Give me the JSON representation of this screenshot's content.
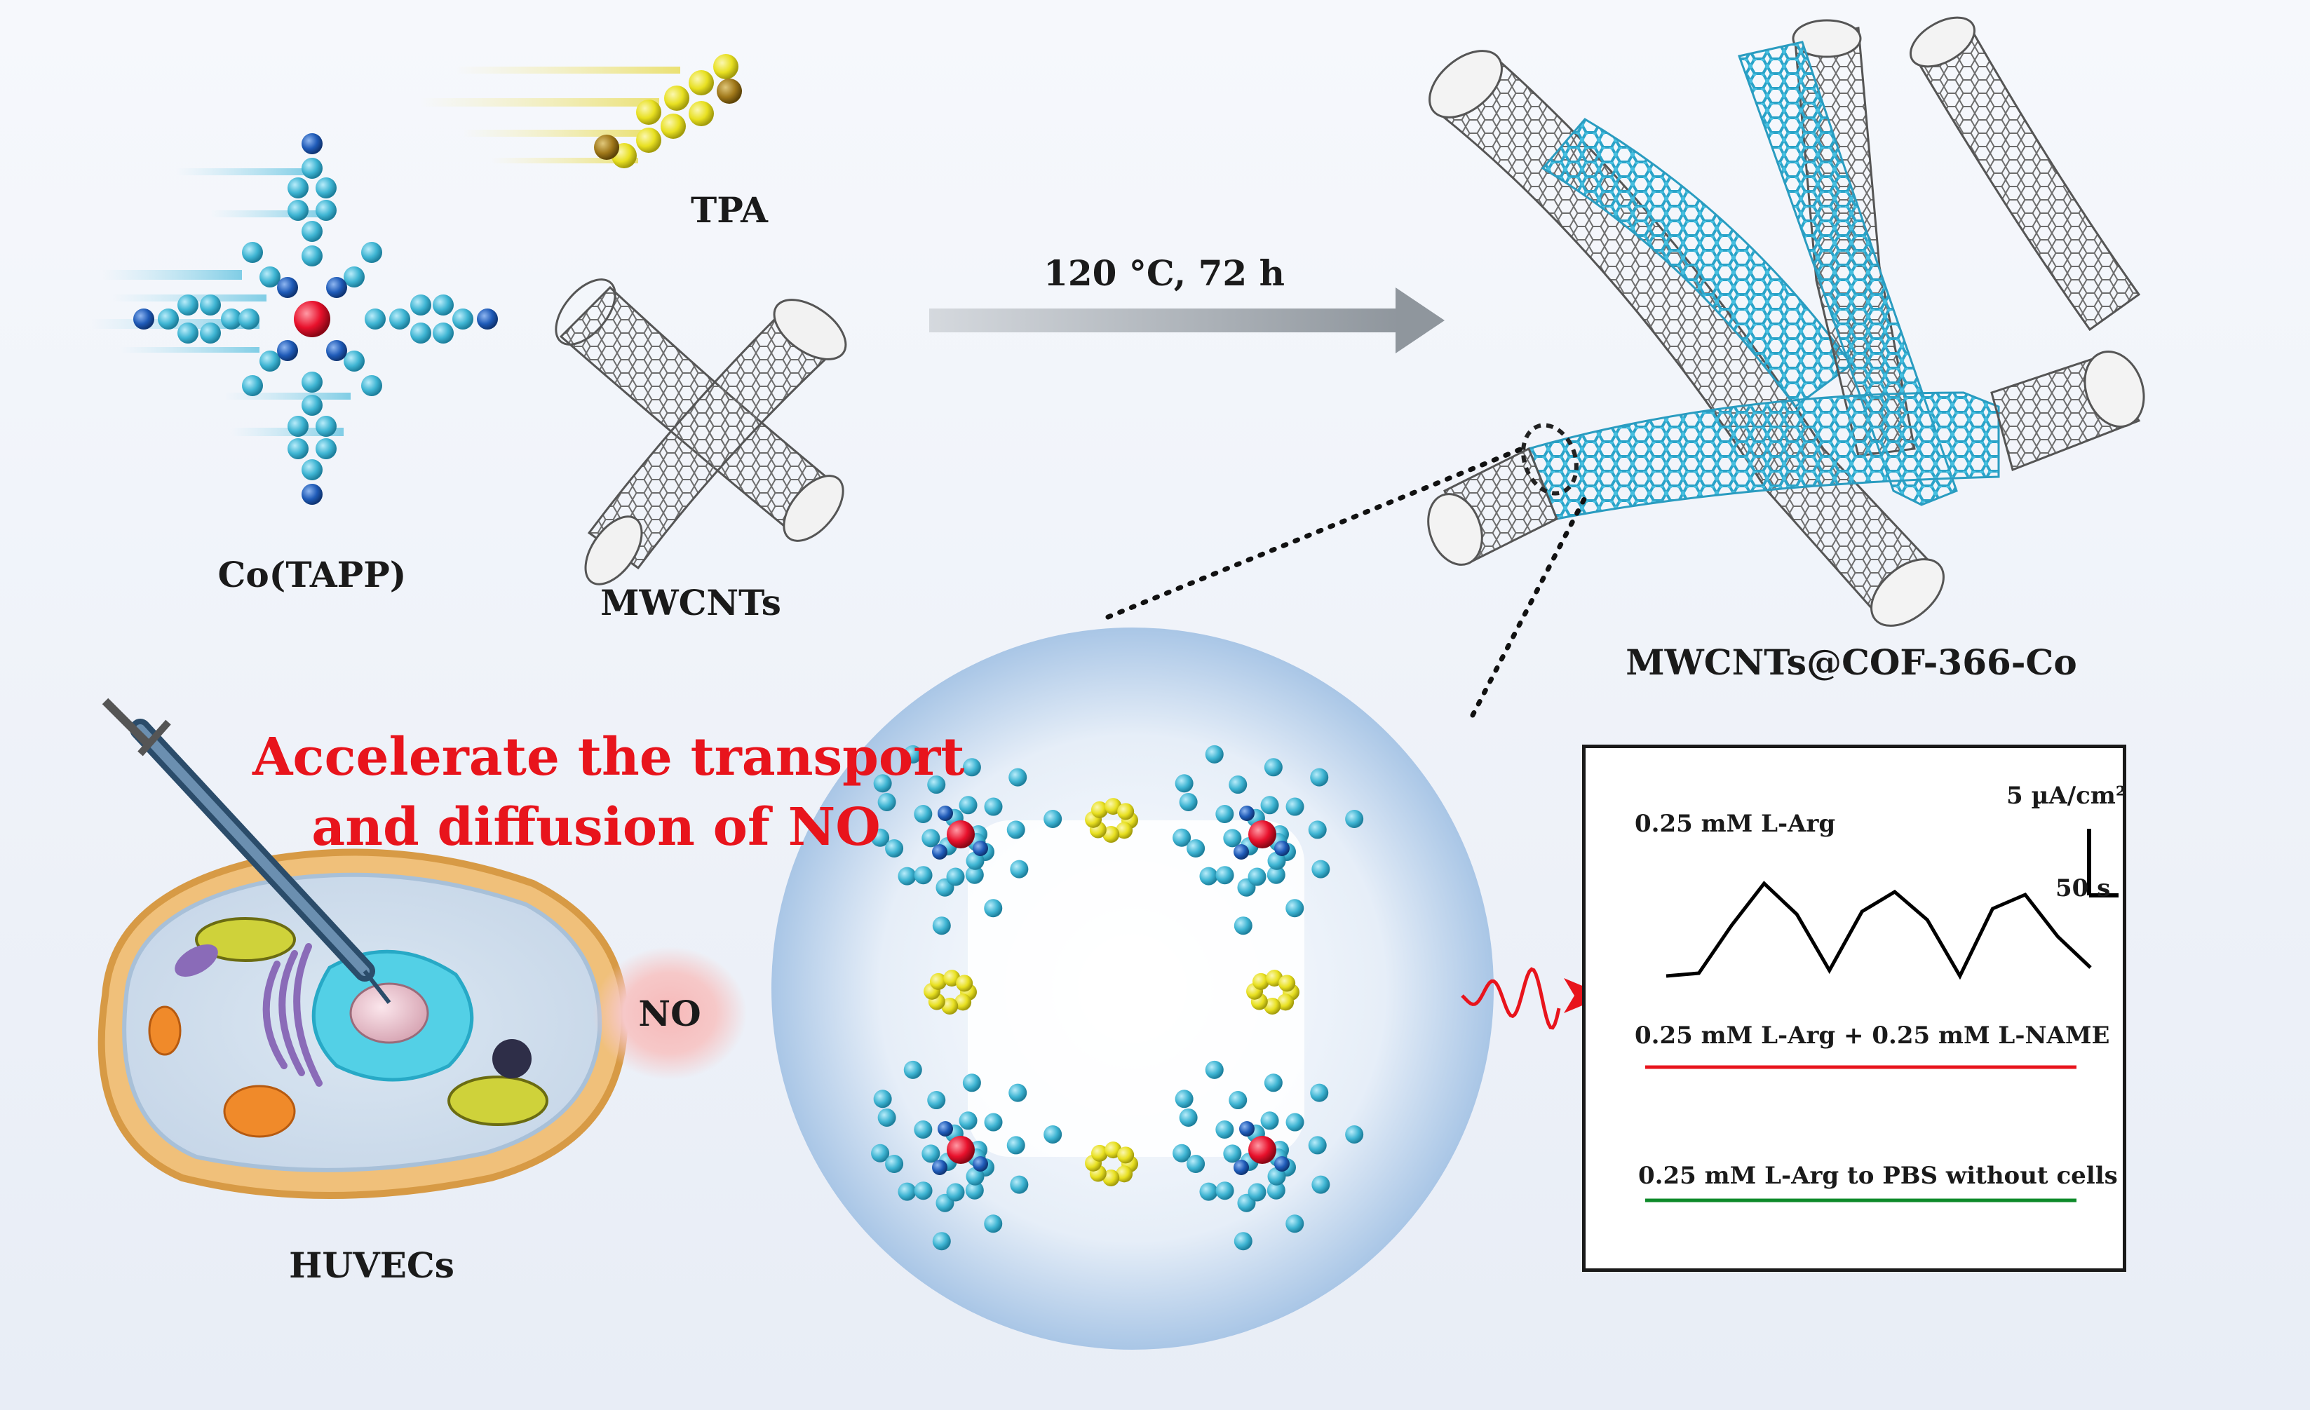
{
  "labels": {
    "co_tapp": "Co(TAPP)",
    "tpa": "TPA",
    "mwcnts": "MWCNTs",
    "condition": "120 °C, 72 h",
    "product": "MWCNTs@COF-366-Co",
    "huvecs": "HUVECs",
    "no": "NO"
  },
  "tagline": {
    "line1": "Accelerate the transport",
    "line2": "and diffusion of NO"
  },
  "colors": {
    "accent_red": "#e8141c",
    "atom_cyan": "#3fb5d3",
    "atom_blue": "#1f5bb8",
    "atom_yellow": "#e8e021",
    "cobalt_red": "#e8112c",
    "tube_gray": "#7a7a7a",
    "trace_black": "#000000",
    "trace_red": "#e8141c",
    "trace_green": "#0e8a2a"
  },
  "chart_data": {
    "type": "line",
    "scale_bar": {
      "current": "5 µA/cm²",
      "time": "50 s"
    },
    "series": [
      {
        "name": "0.25 mM L-Arg",
        "color": "#000000",
        "values": [
          0.0,
          0.1,
          1.8,
          3.3,
          2.2,
          0.2,
          2.3,
          3.0,
          2.0,
          0.0,
          2.4,
          2.9,
          1.4,
          0.3
        ]
      },
      {
        "name": "0.25 mM L-Arg + 0.25 mM L-NAME",
        "color": "#e8141c",
        "values": [
          0,
          0
        ]
      },
      {
        "name": "0.25 mM L-Arg to PBS without cells",
        "color": "#0e8a2a",
        "values": [
          0,
          0
        ]
      }
    ]
  }
}
